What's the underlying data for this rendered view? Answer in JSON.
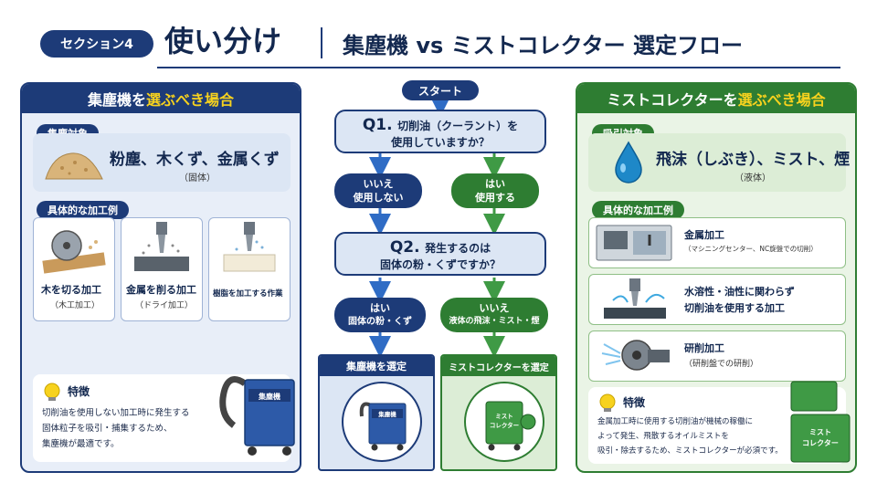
{
  "header": {
    "badge": "セクション4",
    "title": "使い分け",
    "subtitle": "集塵機 vs ミストコレクター 選定フロー"
  },
  "left": {
    "title_pre": "集塵機を",
    "title_hl": "選ぶべき場合",
    "target_label": "集塵対象",
    "target_main": "粉塵、木くず、金属くず",
    "target_sub": "（固体）",
    "examples_label": "具体的な加工例",
    "examples": [
      {
        "title": "木を切る加工",
        "sub": "（木工加工）"
      },
      {
        "title": "金属を削る加工",
        "sub": "（ドライ加工）"
      },
      {
        "title": "樹脂を加工する作業",
        "sub": ""
      }
    ],
    "feature_label": "特徴",
    "feature_lines": [
      "切削油を使用しない加工時に発生する",
      "固体粒子を吸引・捕集するため、",
      "集塵機が最適です。"
    ],
    "machine_label": "集塵機"
  },
  "right": {
    "title_pre": "ミストコレクターを",
    "title_hl": "選ぶべき場合",
    "target_label": "吸引対象",
    "target_main": "飛沫（しぶき）、ミスト、煙",
    "target_sub": "（液体）",
    "examples_label": "具体的な加工例",
    "examples": [
      {
        "title": "金属加工",
        "sub": "（マシニングセンター、NC旋盤での切削）"
      },
      {
        "title": "水溶性・油性に関わらず",
        "sub": "切削油を使用する加工"
      },
      {
        "title": "研削加工",
        "sub": "（研削盤での研削）"
      }
    ],
    "feature_label": "特徴",
    "feature_lines": [
      "金属加工時に使用する切削油が機械の稼働に",
      "よって発生、飛散するオイルミストを",
      "吸引・除去するため、ミストコレクターが必須です。"
    ],
    "machine_label_1": "ミスト",
    "machine_label_2": "コレクター"
  },
  "flow": {
    "start": "スタート",
    "q1_num": "Q1.",
    "q1_line1": "切削油（クーラント）を",
    "q1_line2": "使用していますか？",
    "q1_no_1": "いいえ",
    "q1_no_2": "使用しない",
    "q1_yes_1": "はい",
    "q1_yes_2": "使用する",
    "q2_num": "Q2.",
    "q2_line1": "発生するのは",
    "q2_line2": "固体の粉・くずですか？",
    "q2_yes_1": "はい",
    "q2_yes_2": "固体の粉・くず",
    "q2_no_1": "いいえ",
    "q2_no_2": "液体の飛沫・ミスト・煙",
    "result_left": "集塵機を選定",
    "result_right": "ミストコレクターを選定",
    "result_left_machine": "集塵機",
    "result_right_machine_1": "ミスト",
    "result_right_machine_2": "コレクター"
  },
  "colors": {
    "navy": "#1d3b78",
    "green": "#2e7d32",
    "yellow": "#f7d21e"
  }
}
